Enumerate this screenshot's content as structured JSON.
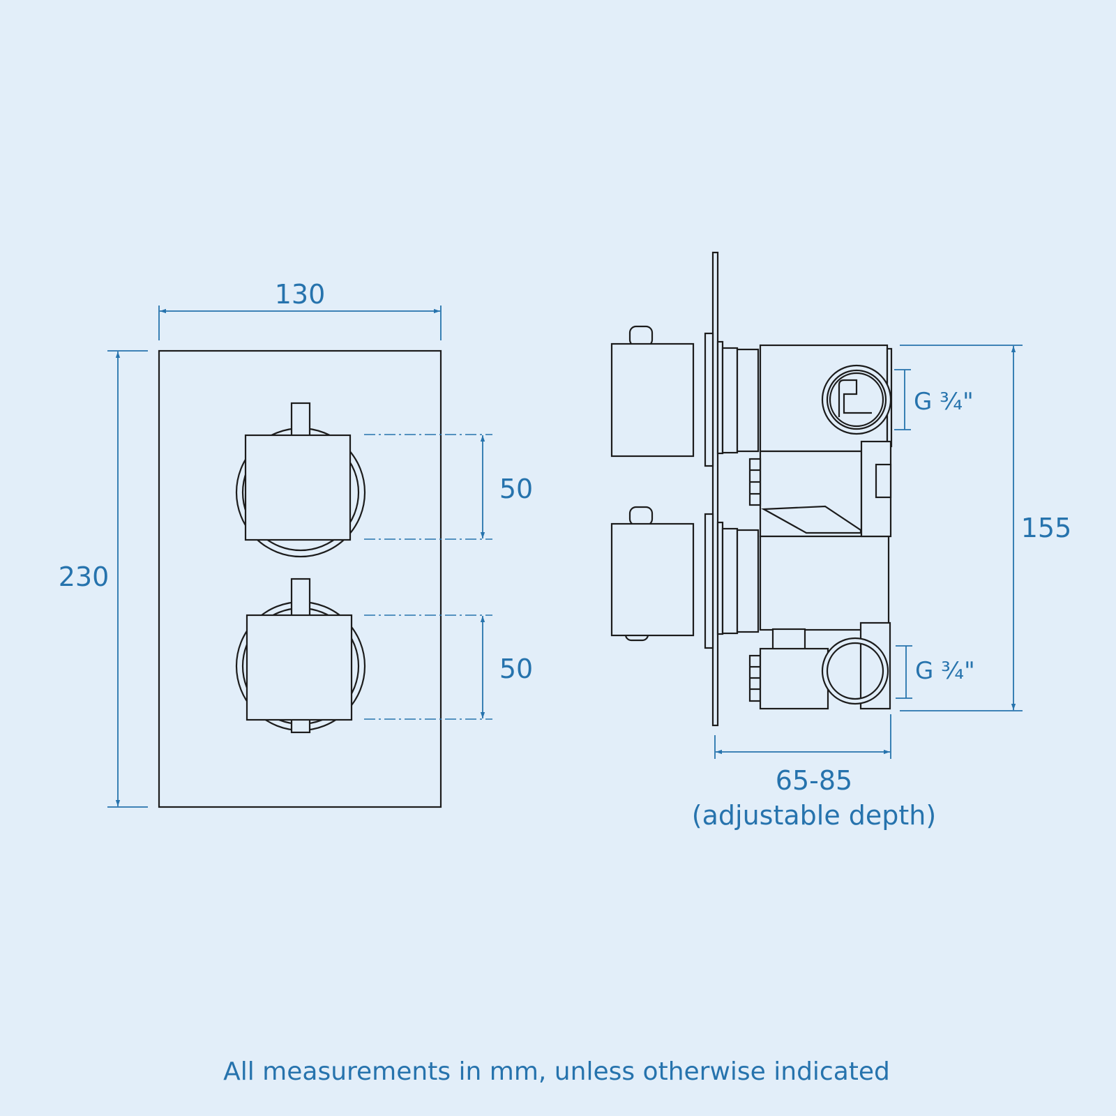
{
  "colors": {
    "background": "#e2eef9",
    "dimension": "#2673ad",
    "outline": "#1c1c1c"
  },
  "front_view": {
    "width_label": "130",
    "height_label": "230",
    "upper_spacing_label": "50",
    "lower_spacing_label": "50"
  },
  "side_view": {
    "body_height_label": "155",
    "upper_connection_label": "G ¾\"",
    "lower_connection_label": "G ¾\"",
    "depth_label": "65-85",
    "depth_note": "(adjustable depth)"
  },
  "footer": {
    "note": "All measurements in mm, unless otherwise indicated"
  }
}
